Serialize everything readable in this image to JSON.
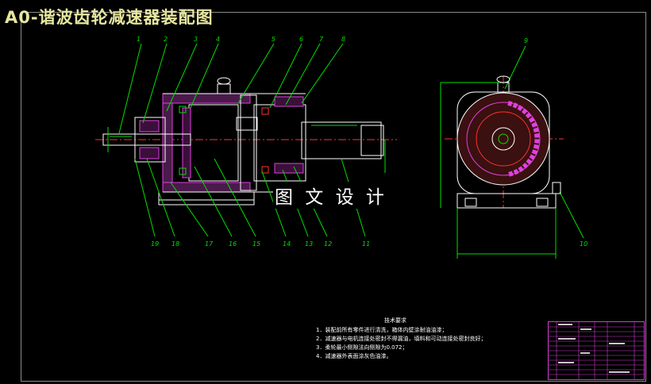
{
  "title": "A0-谐波齿轮减速器装配图",
  "watermark": "图 文 设 计",
  "callouts_top": [
    "1",
    "2",
    "3",
    "4",
    "5",
    "6",
    "7",
    "8"
  ],
  "callouts_bottom": [
    "19",
    "18",
    "17",
    "16",
    "15",
    "14",
    "13",
    "12",
    "11"
  ],
  "callouts_side": [
    "9",
    "10"
  ],
  "technical_requirements": {
    "title": "技术要求",
    "items": [
      "1．装配前所有零件进行清洗，箱体内壁涂耐油油漆；",
      "2．减速器与电机连接处密封不得漏油，填料和可动连接处密封良好；",
      "3．柔轮最小侧隙法向侧隙为0.072；",
      "4．减速器外表面涂灰色油漆。"
    ]
  },
  "colors": {
    "background": "#000000",
    "outline": "#ffffff",
    "dimension": "#00e000",
    "hatch": "#e040e0",
    "centerline": "#ff3030",
    "title": "#e6e6a0",
    "bom_lines": "#d03dd0"
  }
}
